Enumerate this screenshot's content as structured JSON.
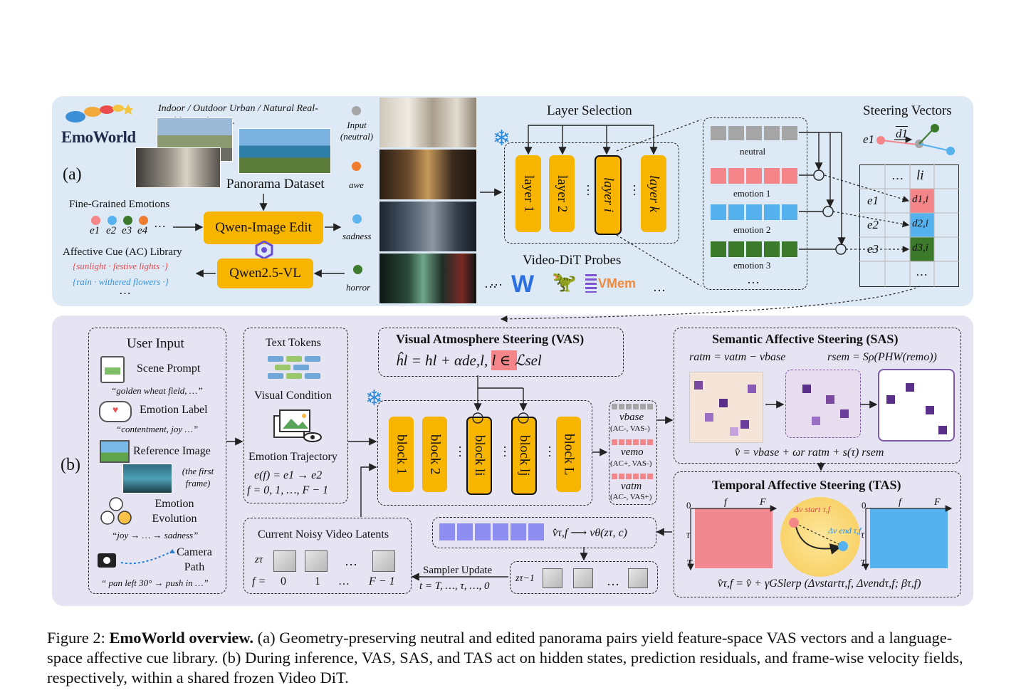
{
  "panel_a": {
    "label": "(a)",
    "logo_text": "EmoWorld",
    "dataset_note": "Indoor / Outdoor  Urban / Natural  Real-world / Synthetic…",
    "dataset_title": "Panorama Dataset",
    "fine_grained": "Fine-Grained Emotions",
    "emotion_symbols": [
      "e1",
      "e2",
      "e3",
      "e4",
      "…"
    ],
    "qwen_edit": "Qwen-Image Edit",
    "qwen_vl": "Qwen2.5-VL",
    "ac_library": "Affective Cue (AC) Library",
    "ac_warm": "{sunlight · festive lights ·}",
    "ac_cool": "{rain · withered flowers ·}",
    "ac_more": "…",
    "emotion_rows": [
      {
        "label": "Input (neutral)",
        "color": "#a5a5a5"
      },
      {
        "label": "awe",
        "color": "#ef7d31"
      },
      {
        "label": "sadness",
        "color": "#5eb4ec"
      },
      {
        "label": "horror",
        "color": "#3c7a2e"
      }
    ],
    "more_dots": "…",
    "layer_selection": "Layer Selection",
    "layers": [
      "layer 1",
      "layer 2",
      "…",
      "layer i",
      "…",
      "layer k"
    ],
    "probes_title": "Video-DiT Probes",
    "probe_logos": [
      "W",
      "VMem"
    ],
    "probe_more_left": "…",
    "probe_more_right": "…",
    "vector_labels": [
      "neutral",
      "emotion 1",
      "emotion 2",
      "emotion 3",
      "…"
    ],
    "steering_title": "Steering Vectors",
    "steer_d": "d1",
    "steer_e": "e1",
    "table_header": [
      "",
      "…",
      "li",
      ""
    ],
    "table_rows": [
      {
        "e": "e1",
        "d": "d1,i"
      },
      {
        "e": "e2",
        "d": "d2,i"
      },
      {
        "e": "e3",
        "d": "d3,i"
      }
    ],
    "table_more": "…",
    "colors": {
      "neutral": "#a5a5a5",
      "e1": "#f4868a",
      "e2": "#56b2ef",
      "e3": "#3b7a2a",
      "accent": "#f8b500"
    }
  },
  "panel_b": {
    "label": "(b)",
    "user_input_title": "User Input",
    "scene_prompt": "Scene Prompt",
    "scene_prompt_ex": "“golden wheat field, …”",
    "emotion_label": "Emotion Label",
    "emotion_label_ex": "“contentment, joy …”",
    "reference_image": "Reference Image",
    "reference_note": "(the first frame)",
    "emotion_evolution": "Emotion Evolution",
    "emotion_evolution_ex": "“joy → … → sadness”",
    "camera_path": "Camera Path",
    "camera_path_ex": "“ pan left 30° → push in …”",
    "text_tokens": "Text Tokens",
    "visual_condition": "Visual Condition",
    "emotion_trajectory": "Emotion Trajectory",
    "traj_eq1": "e(f) = e1 → e2",
    "traj_eq2": "f = 0, 1, …, F − 1",
    "vas_title": "Visual Atmosphere Steering (VAS)",
    "vas_eq": "ĥl = hl + αde,l,   l ∈ ℒsel",
    "blocks": [
      "block 1",
      "block 2",
      "…",
      "block li",
      "…",
      "block lj",
      "…",
      "block L"
    ],
    "v_base": "vbase",
    "v_base_note": "(AC-, VAS-)",
    "v_emo": "vemo",
    "v_emo_note": "(AC+, VAS-)",
    "v_atm": "vatm",
    "v_atm_note": "(AC-, VAS+)",
    "sas_title": "Semantic Affective Steering (SAS)",
    "sas_eq1": "ratm = vatm − vbase",
    "sas_eq2": "rsem = Sρ(PHW(remo))",
    "sas_eq3": "v̂ = vbase + ωr ratm + s(τ) rsem",
    "tas_title": "Temporal Affective Steering (TAS)",
    "tas_axis": [
      "0",
      "f",
      "F",
      "τ",
      "T"
    ],
    "tas_start": "Δv start τ,f",
    "tas_end": "Δv end τ,f",
    "tas_eq": "v̂τ,f = v̂ + γGSlerp (Δvstartτ,f, Δvendτ,f; βτ,f)",
    "vel_eq": "v̂τ,f ⟶ vθ(zτ, c)",
    "noisy_title": "Current Noisy Video Latents",
    "z_tau": "zτ",
    "frame_idx": [
      "f =",
      "0",
      "1",
      "…",
      "F − 1"
    ],
    "sampler": "Sampler Update",
    "sampler_eq": "t = T, …, τ, …, 0",
    "z_next": "zτ−1",
    "z_more": "…"
  },
  "caption": {
    "prefix": "Figure 2: ",
    "bold": "EmoWorld overview.",
    "text": " (a) Geometry-preserving neutral and edited panorama pairs yield feature-space VAS vectors and a language-space affective cue library. (b) During inference, VAS, SAS, and TAS act on hidden states, prediction residuals, and frame-wise velocity fields, respectively, within a shared frozen Video DiT."
  }
}
